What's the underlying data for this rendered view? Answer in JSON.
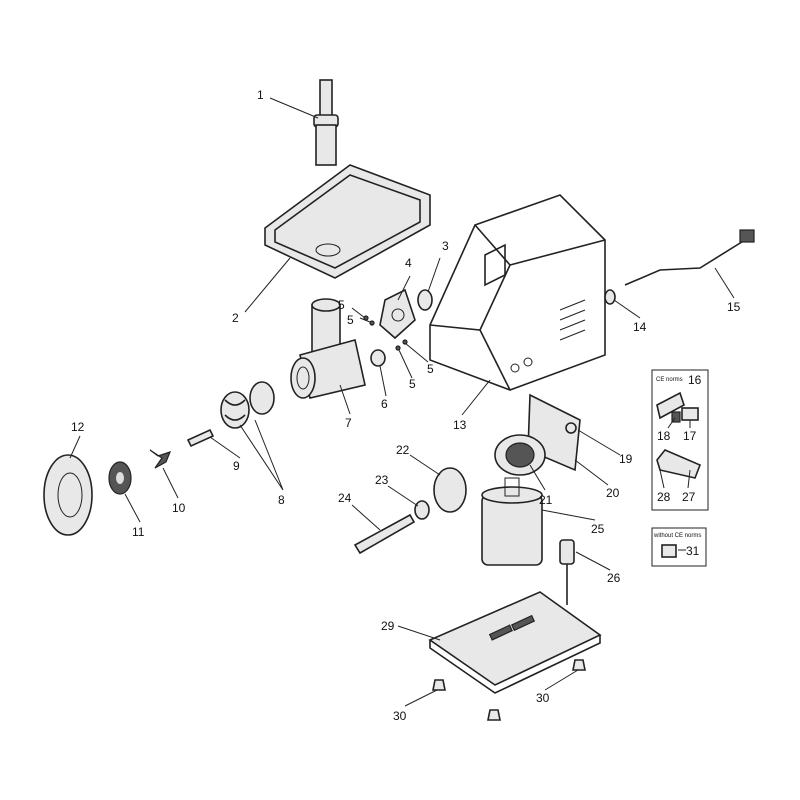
{
  "title": "Meat grinder exploded parts diagram",
  "callouts": [
    "1",
    "2",
    "3",
    "4",
    "5",
    "5",
    "5",
    "5",
    "6",
    "7",
    "8",
    "9",
    "10",
    "11",
    "12",
    "13",
    "14",
    "15",
    "16",
    "17",
    "18",
    "19",
    "20",
    "21",
    "22",
    "23",
    "24",
    "25",
    "26",
    "27",
    "28",
    "29",
    "30",
    "30",
    "31"
  ],
  "insets": {
    "ce_label": "CE norms",
    "without_ce_label": "without CE norms"
  }
}
